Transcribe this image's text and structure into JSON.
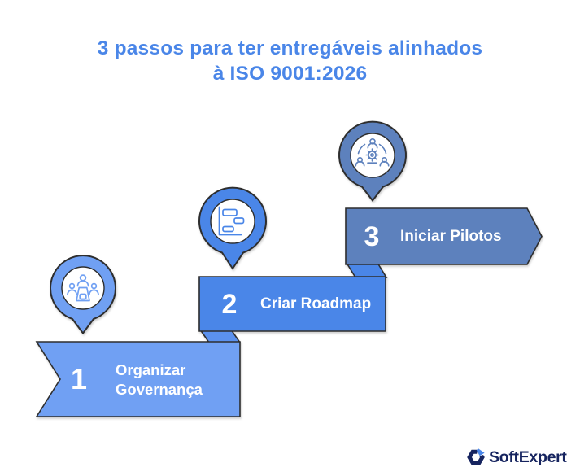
{
  "background": "#ffffff",
  "title": {
    "line1": "3 passos para ter entregáveis alinhados",
    "line2": "à ISO 9001:2026",
    "color": "#4a86e8"
  },
  "steps": [
    {
      "number": "1",
      "label": "Organizar Governança",
      "color": "#70a0f3",
      "icon": "meeting-governance-icon"
    },
    {
      "number": "2",
      "label": "Criar Roadmap",
      "color": "#4a86e8",
      "icon": "gantt-roadmap-icon"
    },
    {
      "number": "3",
      "label": "Iniciar Pilotos",
      "color": "#5d81bd",
      "icon": "team-gear-icon"
    }
  ],
  "decor": {
    "fold_1_2": "#5b91ee",
    "fold_2_3": "#4a86e8",
    "outline": "#2e2e2e",
    "pin_inner": "#ffffff",
    "text_on_banner": "#ffffff"
  },
  "logo": {
    "text": "SoftExpert",
    "color": "#16245f",
    "accent": "#4a86e8"
  }
}
